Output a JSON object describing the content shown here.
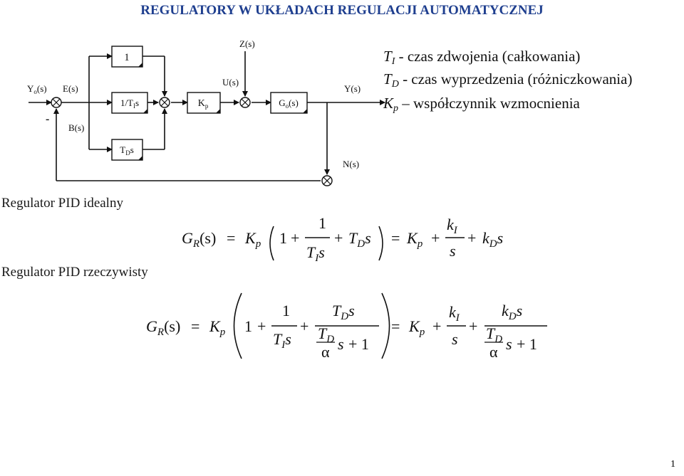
{
  "title": "REGULATORY W UKŁADACH REGULACJI AUTOMATYCZNEJ",
  "diagram": {
    "signals": {
      "yo": [
        "Y",
        "o",
        "(s)"
      ],
      "e": "E(s)",
      "b": "B(s)",
      "u": "U(s)",
      "z": "Z(s)",
      "y": "Y(s)",
      "n": "N(s)",
      "minus": "-"
    },
    "blocks": {
      "one": "1",
      "integrator": [
        "1/T",
        "I",
        "s"
      ],
      "gain": [
        "K",
        "p"
      ],
      "plant": [
        "G",
        "o",
        "(s)"
      ],
      "derivative": [
        "T",
        "D",
        "s"
      ]
    }
  },
  "legend": [
    {
      "symbol": "T",
      "sub": "I",
      "text": " - czas zdwojenia (całkowania)"
    },
    {
      "symbol": "T",
      "sub": "D",
      "text": " - czas wyprzedzenia (różniczkowania)"
    },
    {
      "symbol": "K",
      "sub": "p",
      "text": " – współczynnik wzmocnienia"
    }
  ],
  "sections": {
    "ideal": "Regulator PID idealny",
    "real": "Regulator PID rzeczywisty"
  },
  "formula_ideal": {
    "lhs": "G",
    "lhs_sub": "R",
    "arg": "(s)",
    "eq": "=",
    "kp": "K",
    "kp_sub": "p",
    "one": "1",
    "plus": "+",
    "frac_num": "1",
    "frac_den": "T",
    "frac_den_sub": "I",
    "frac_den_s": "s",
    "td": "T",
    "td_sub": "D",
    "td_s": "s",
    "ki": "k",
    "ki_sub": "I",
    "s": "s",
    "kd": "k",
    "kd_sub": "D",
    "kd_s": "s"
  },
  "formula_real": {
    "lhs": "G",
    "lhs_sub": "R",
    "arg": "(s)",
    "eq": "=",
    "kp": "K",
    "kp_sub": "p",
    "one": "1",
    "plus": "+",
    "frac1_num": "1",
    "frac1_den": "T",
    "frac1_den_sub": "I",
    "frac1_den_s": "s",
    "frac2_num": "T",
    "frac2_num_sub": "D",
    "frac2_num_s": "s",
    "inner_num": "T",
    "inner_num_sub": "D",
    "inner_den": "α",
    "inner_s": "s",
    "inner_plus_one": "+ 1",
    "ki": "k",
    "ki_sub": "I",
    "s": "s",
    "kd": "k",
    "kd_sub": "D",
    "kd_s": "s"
  },
  "page_number": "1"
}
